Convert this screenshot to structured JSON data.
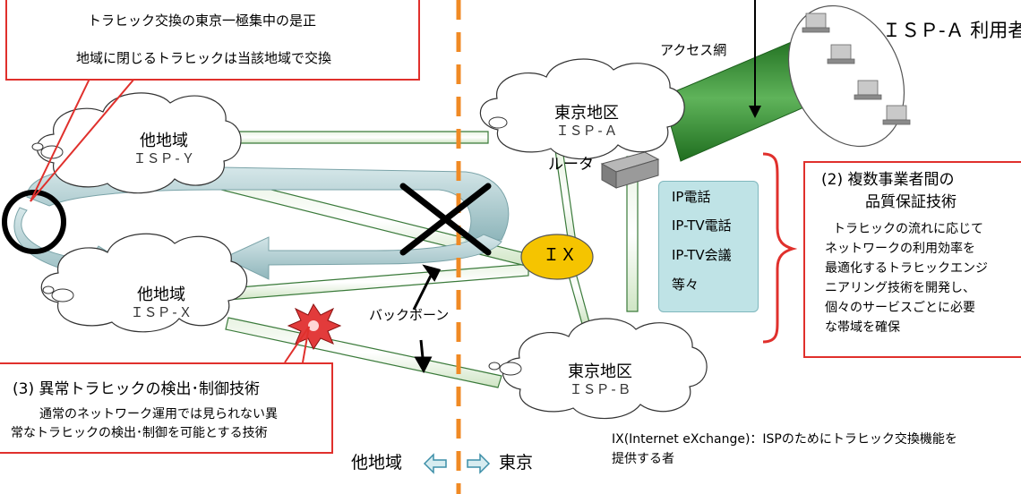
{
  "top_callout": {
    "line1": "トラヒック交換の東京一極集中の是正",
    "line2": "地域に閉じるトラヒックは当該地域で交換"
  },
  "access_net_label": "アクセス網",
  "isp_a_users_label": "ＩＳＰ-Ａ 利用者",
  "clouds": {
    "other_y": {
      "line1": "他地域",
      "line2": "ＩＳＰ-Ｙ"
    },
    "other_x": {
      "line1": "他地域",
      "line2": "ＩＳＰ-Ｘ"
    },
    "tokyo_a": {
      "line1": "東京地区",
      "line2": "ＩＳＰ-Ａ"
    },
    "tokyo_b": {
      "line1": "東京地区",
      "line2": "ＩＳＰ-Ｂ"
    }
  },
  "router_label": "ルータ",
  "ix_label": "ＩＸ",
  "backbone_label": "バックボーン",
  "services": [
    "IP電話",
    "IP-TV電話",
    "IP-TV会議",
    "等々"
  ],
  "callout2": {
    "title1": "(2)  複数事業者間の",
    "title2": "品質保証技術",
    "body": [
      "トラヒックの流れに応じて",
      "ネットワークの利用効率を",
      "最適化するトラヒックエンジ",
      "ニアリング技術を開発し、",
      "個々のサービスごとに必要",
      "な帯域を確保"
    ]
  },
  "callout3": {
    "title": "(3)  異常トラヒックの検出･制御技術",
    "body1": "通常のネットワーク運用では見られない異",
    "body2": "常なトラヒックの検出･制御を可能とする技術"
  },
  "ix_note": {
    "line1": "IX(Internet eXchange)：ISPのためにトラヒック交換機能を",
    "line2": "提供する者"
  },
  "region_legend": {
    "left": "他地域",
    "right": "東京"
  },
  "colors": {
    "callout_border": "#e0302c",
    "dashed_divider": "#f08a24",
    "ix_fill": "#f5c400",
    "green_pipe": "#2e8a2e",
    "flow_arrow": "#a8c8cc",
    "service_box": "#bfe3e6"
  }
}
